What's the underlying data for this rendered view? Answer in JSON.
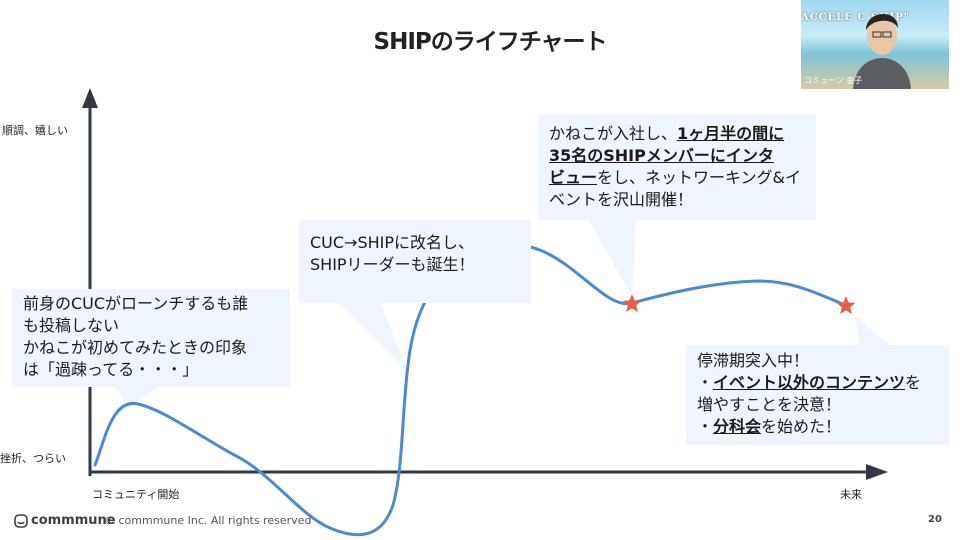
{
  "slide": {
    "title": "SHIPのライフチャート",
    "page_number": "20"
  },
  "axes": {
    "y_top_label": "順調、嬉しい",
    "y_bottom_label": "挫折、つらい",
    "x_start_label": "コミュニティ開始",
    "x_end_label": "未来"
  },
  "bubbles": {
    "b1": {
      "lines": [
        "前身のCUCがローンチするも誰",
        "も投稿しない",
        "かねこが初めてみたときの印象",
        "は「過疎ってる・・・」"
      ]
    },
    "b2": {
      "lines": [
        "CUC→SHIPに改名し、",
        "SHIPリーダーも誕生！"
      ]
    },
    "b3": {
      "l1_pre": "かねこが入社し、",
      "l1_em": "1ヶ月半の間に",
      "l2_em": "35名のSHIPメンバーにインタ",
      "l3_em": "ビュー",
      "l3_post": "をし、ネットワーキング&イ",
      "l4": "ベントを沢山開催！"
    },
    "b4": {
      "l1": "停滞期突入中！",
      "l2_pre": "・",
      "l2_em": "イベント以外のコンテンツ",
      "l2_post": "を",
      "l3": "増やすことを決意！",
      "l4_pre": "・",
      "l4_em": "分科会",
      "l4_post": "を始めた！"
    }
  },
  "video": {
    "banner": "ACCELE      C SHIP\"",
    "name": "コミューン 金子"
  },
  "footer": {
    "logo": "commmune",
    "copyright": "© commmune Inc. All rights reserved"
  },
  "colors": {
    "curve": "#4a8ad4",
    "axis": "#2f3a46",
    "star": "#e8604c",
    "bubble_bg": "#eef5fc"
  }
}
